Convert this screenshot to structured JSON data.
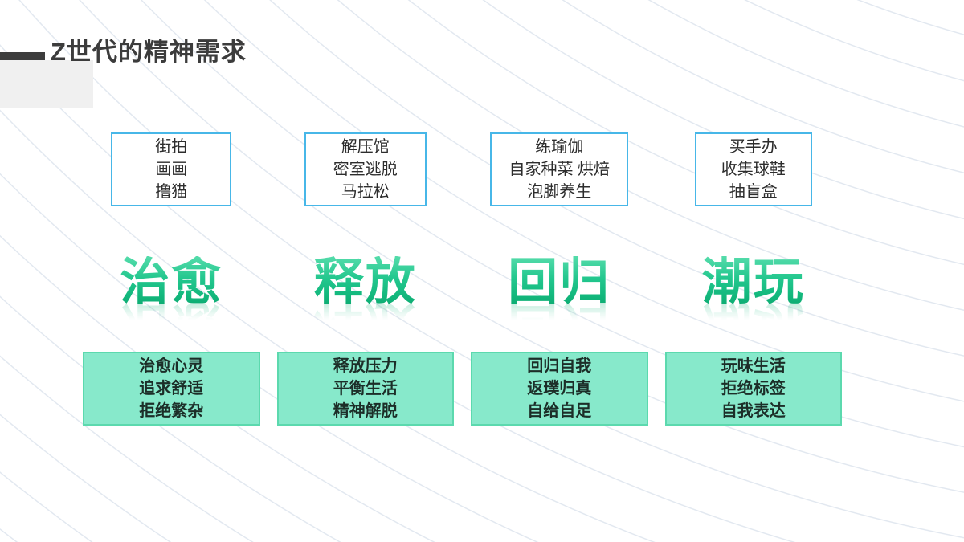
{
  "slide": {
    "title": "Z世代的精神需求"
  },
  "colors": {
    "title_text": "#3c3c3c",
    "example_box_border": "#47b7e8",
    "trait_box_fill": "#87e9cb",
    "trait_box_border": "#5cd9ae",
    "keyword_gradient_top": "#55dcab",
    "keyword_gradient_bottom": "#0ba76e"
  },
  "columns": [
    {
      "examples": [
        "街拍",
        "画画",
        "撸猫"
      ],
      "keyword": "治愈",
      "traits": [
        "治愈心灵",
        "追求舒适",
        "拒绝繁杂"
      ]
    },
    {
      "examples": [
        "解压馆",
        "密室逃脱",
        "马拉松"
      ],
      "keyword": "释放",
      "traits": [
        "释放压力",
        "平衡生活",
        "精神解脱"
      ]
    },
    {
      "examples": [
        "练瑜伽",
        "自家种菜 烘焙",
        "泡脚养生"
      ],
      "keyword": "回归",
      "traits": [
        "回归自我",
        "返璞归真",
        "自给自足"
      ]
    },
    {
      "examples": [
        "买手办",
        "收集球鞋",
        "抽盲盒"
      ],
      "keyword": "潮玩",
      "traits": [
        "玩味生活",
        "拒绝标签",
        "自我表达"
      ]
    }
  ]
}
